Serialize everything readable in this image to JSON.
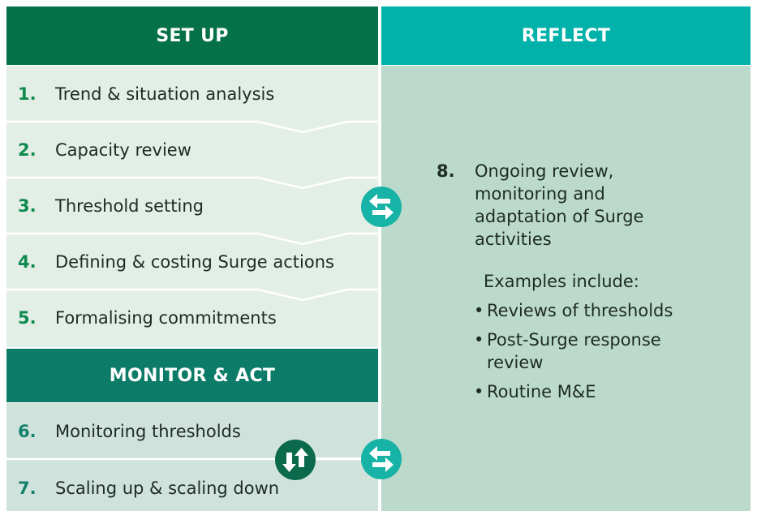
{
  "headers": {
    "set_up": "SET UP",
    "reflect": "REFLECT",
    "monitor_act": "MONITOR & ACT"
  },
  "set_up_steps": [
    {
      "num": "1.",
      "label": "Trend & situation analysis"
    },
    {
      "num": "2.",
      "label": "Capacity review"
    },
    {
      "num": "3.",
      "label": "Threshold setting"
    },
    {
      "num": "4.",
      "label": "Defining & costing Surge actions"
    },
    {
      "num": "5.",
      "label": "Formalising commitments"
    }
  ],
  "monitor_steps": [
    {
      "num": "6.",
      "label": "Monitoring thresholds"
    },
    {
      "num": "7.",
      "label": "Scaling up & scaling down"
    }
  ],
  "reflect": {
    "num": "8.",
    "text": "Ongoing review, monitoring and adaptation of Surge activities",
    "examples_label": "Examples include:",
    "bullets": [
      "Reviews of thresholds",
      "Post-Surge response review",
      "Routine M&E"
    ]
  },
  "icons": {
    "exchange": "exchange-arrows-icon",
    "up_down": "up-down-arrows-icon"
  },
  "colors": {
    "set_up_header": "#057148",
    "reflect_header": "#00B2A9",
    "monitor_header": "#0C7B67",
    "set_up_panel": "#E2EEE6",
    "monitor_panel": "#CFE3DC",
    "reflect_panel": "#BCDACC",
    "number_green": "#0E8A4E",
    "number_teal": "#14806C"
  }
}
